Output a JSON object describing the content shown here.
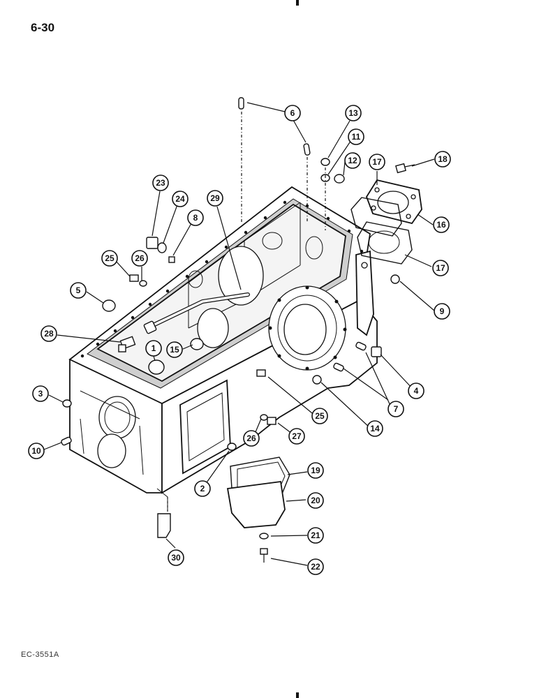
{
  "page_number": "6-30",
  "figure_code": "EC-3551A",
  "callouts": [
    {
      "id": "c1",
      "label": "1"
    },
    {
      "id": "c2",
      "label": "2"
    },
    {
      "id": "c3",
      "label": "3"
    },
    {
      "id": "c4",
      "label": "4"
    },
    {
      "id": "c5",
      "label": "5"
    },
    {
      "id": "c6",
      "label": "6"
    },
    {
      "id": "c7",
      "label": "7"
    },
    {
      "id": "c8",
      "label": "8"
    },
    {
      "id": "c9",
      "label": "9"
    },
    {
      "id": "c10",
      "label": "10"
    },
    {
      "id": "c11",
      "label": "11"
    },
    {
      "id": "c12",
      "label": "12"
    },
    {
      "id": "c13",
      "label": "13"
    },
    {
      "id": "c14",
      "label": "14"
    },
    {
      "id": "c15",
      "label": "15"
    },
    {
      "id": "c16",
      "label": "16"
    },
    {
      "id": "c17a",
      "label": "17"
    },
    {
      "id": "c17b",
      "label": "17"
    },
    {
      "id": "c18",
      "label": "18"
    },
    {
      "id": "c19",
      "label": "19"
    },
    {
      "id": "c20",
      "label": "20"
    },
    {
      "id": "c21",
      "label": "21"
    },
    {
      "id": "c22",
      "label": "22"
    },
    {
      "id": "c23",
      "label": "23"
    },
    {
      "id": "c24",
      "label": "24"
    },
    {
      "id": "c25a",
      "label": "25"
    },
    {
      "id": "c25b",
      "label": "25"
    },
    {
      "id": "c26a",
      "label": "26"
    },
    {
      "id": "c26b",
      "label": "26"
    },
    {
      "id": "c27",
      "label": "27"
    },
    {
      "id": "c28",
      "label": "28"
    },
    {
      "id": "c29",
      "label": "29"
    },
    {
      "id": "c30",
      "label": "30"
    }
  ]
}
